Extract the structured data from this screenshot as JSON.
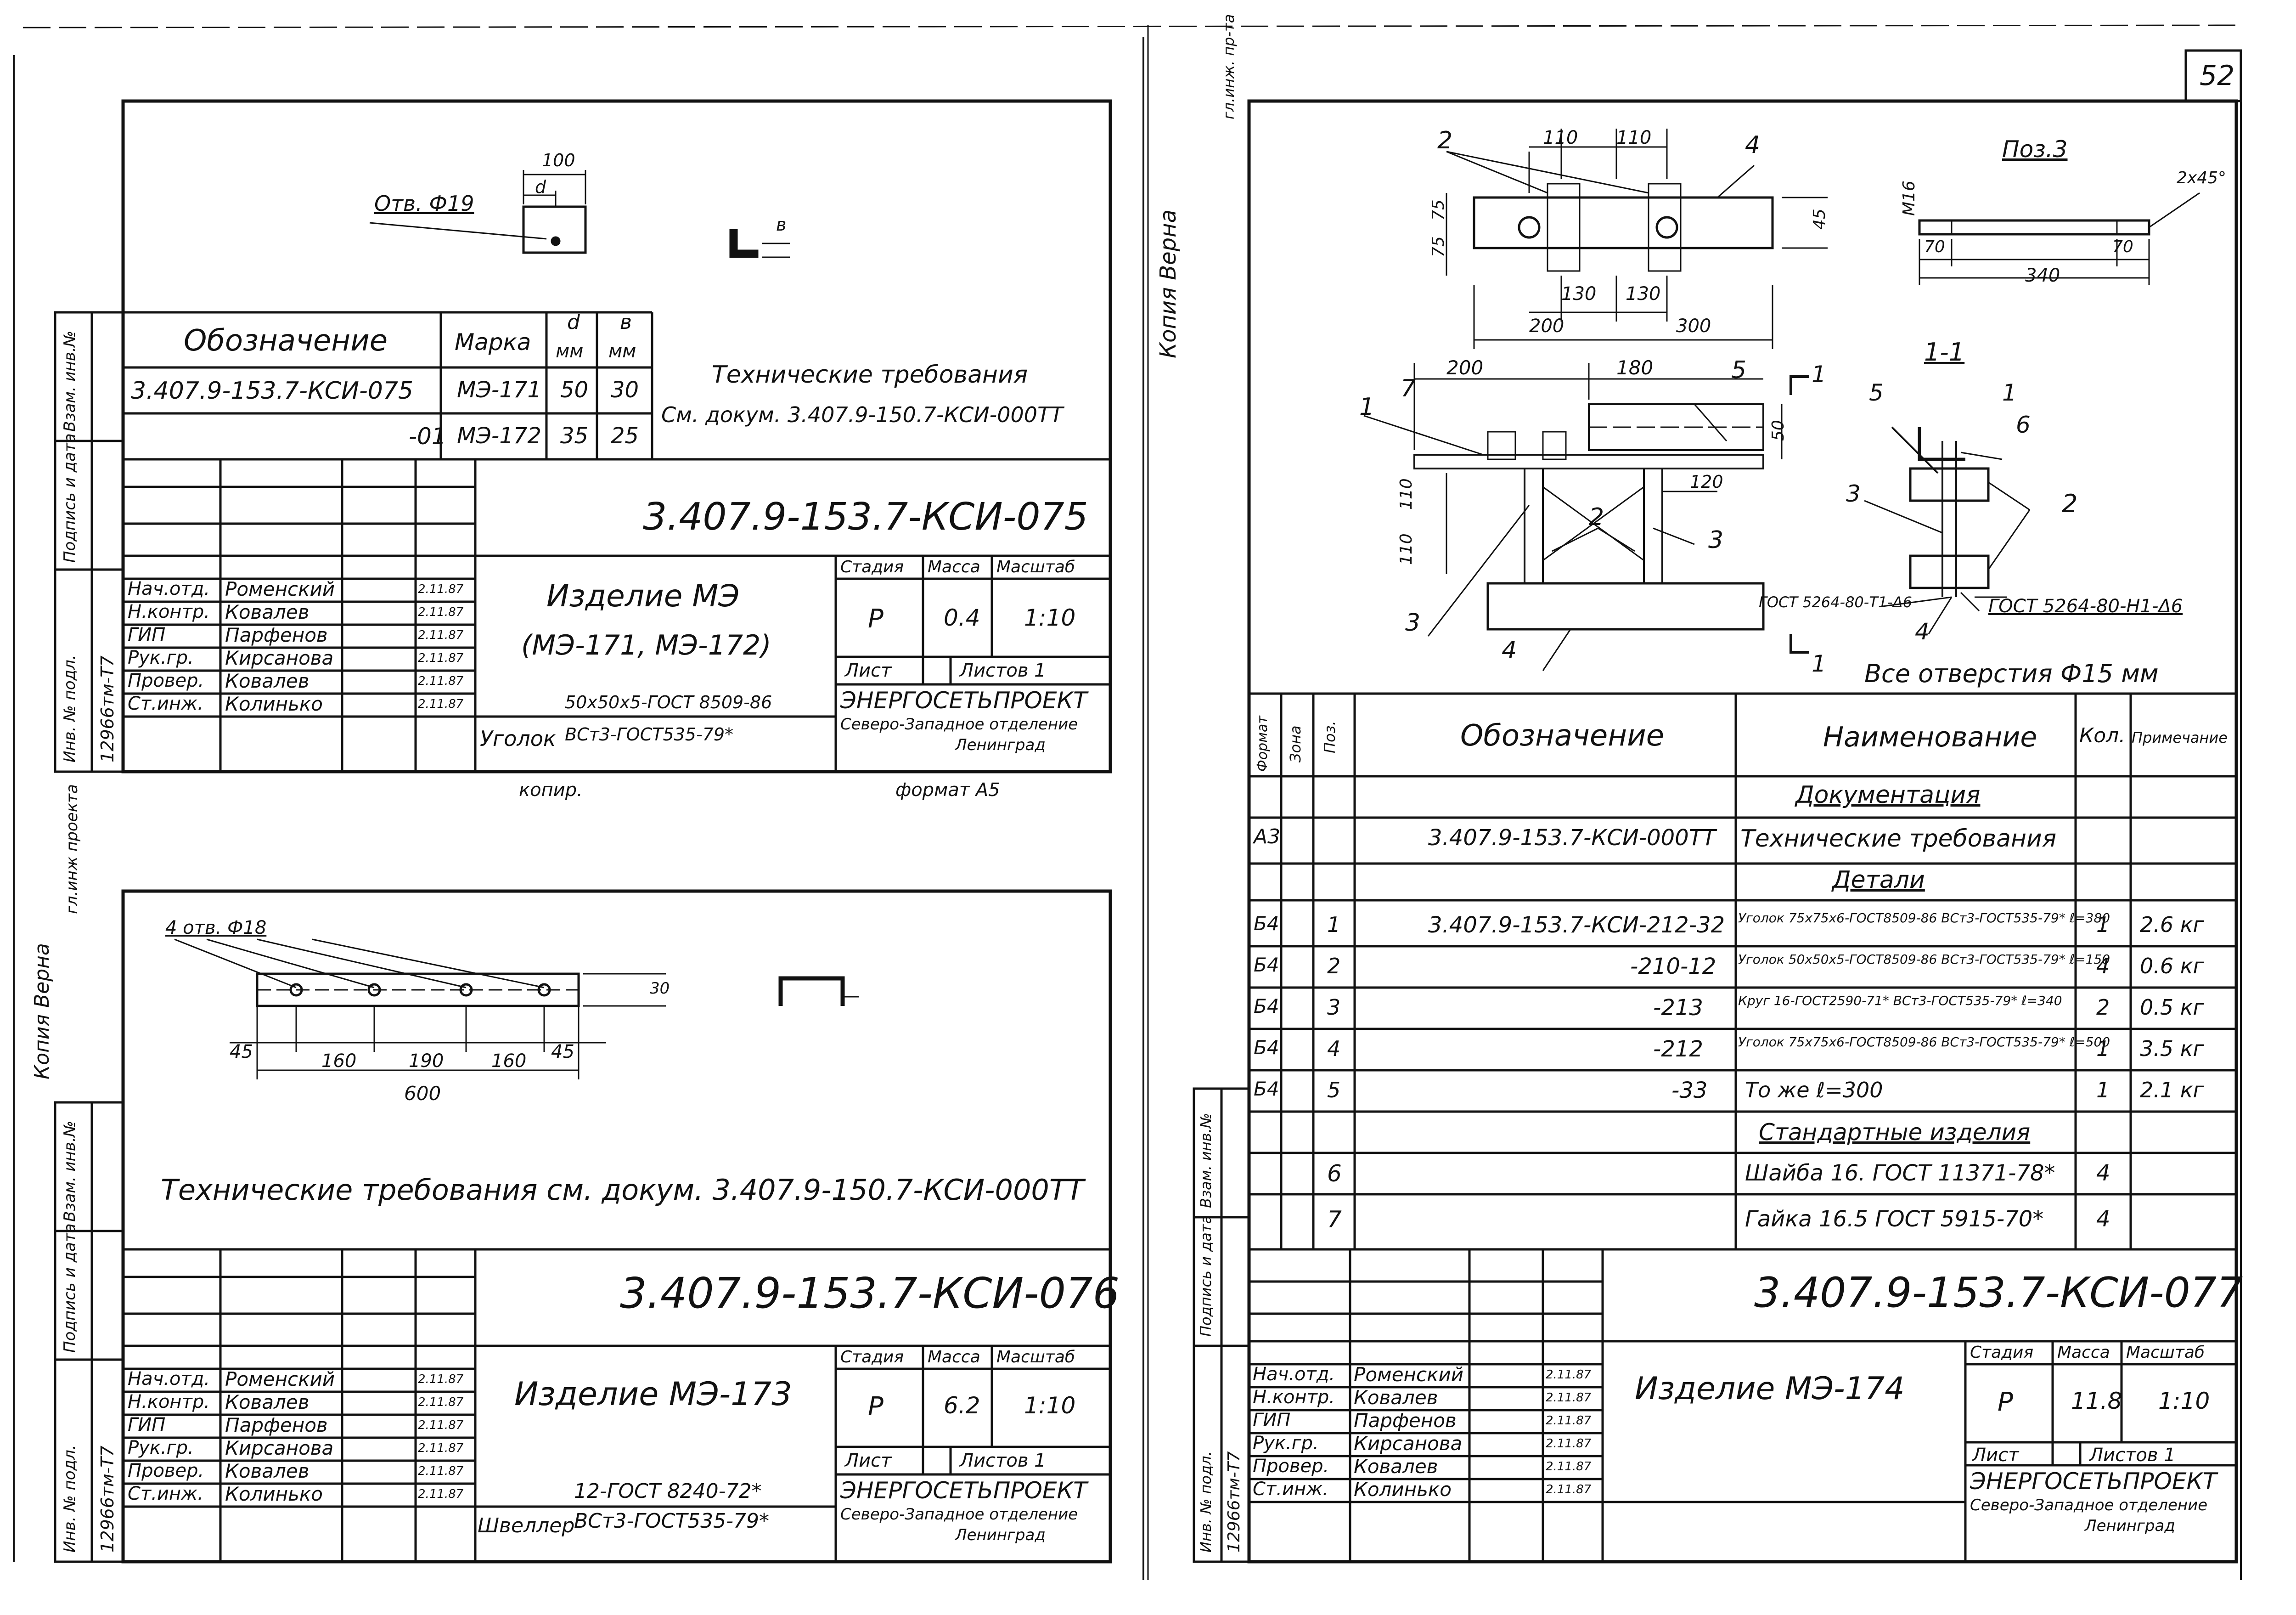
{
  "page_number": "52",
  "stamps": {
    "copy_verified": "Копия Верна",
    "margin_note_top": "гл.инж. пр-та",
    "margin_note_mid": "гл.инж проекта"
  },
  "common": {
    "tb_roles": [
      "Нач.отд.",
      "Н.контр.",
      "ГИП",
      "Рук.гр.",
      "Провер.",
      "Ст.инж."
    ],
    "tb_names": [
      "Роменский",
      "Ковалев",
      "Парфенов",
      "Кирсанова",
      "Ковалев",
      "Колинько"
    ],
    "tb_dates": [
      "2.11.87",
      "2.11.87",
      "2.11.87",
      "2.11.87",
      "2.11.87",
      "2.11.87"
    ],
    "h_stage": "Стадия",
    "h_mass": "Масса",
    "h_scale": "Масштаб",
    "h_sheet": "Лист",
    "h_sheets": "Листов 1",
    "org1": "ЭНЕРГОСЕТЬПРОЕКТ",
    "org2": "Северо-Западное отделение",
    "org3": "Ленинград",
    "side_vzam": "Взам. инв.№",
    "side_podp": "Подпись и дата",
    "side_inv": "Инв. № подл.",
    "inv_number": "12966тм-Т7"
  },
  "d075": {
    "hole_label": "Отв. Ф19",
    "dim_100": "100",
    "dim_d": "d",
    "dim_b": "в",
    "h_designation": "Обозначение",
    "h_mark": "Марка",
    "h_d": "d",
    "h_b": "в",
    "h_mm": "мм",
    "rows": [
      {
        "designation": "3.407.9-153.7-КСИ-075",
        "mark": "МЭ-171",
        "d": "50",
        "b": "30"
      },
      {
        "designation": "-01",
        "mark": "МЭ-172",
        "d": "35",
        "b": "25"
      }
    ],
    "tech_req_1": "Технические требования",
    "tech_req_2": "См. докум. 3.407.9-150.7-КСИ-000ТТ",
    "code": "3.407.9-153.7-КСИ-075",
    "item_1": "Изделие МЭ",
    "item_2": "(МЭ-171, МЭ-172)",
    "stage": "Р",
    "mass": "0.4",
    "scale": "1:10",
    "material_name": "Уголок",
    "material_top": "50х50х5-ГОСТ 8509-86",
    "material_bot": "ВСт3-ГОСТ535-79*",
    "copied": "копир.",
    "format": "формат А5"
  },
  "d076": {
    "holes": "4 отв. Ф18",
    "dims": [
      "45",
      "160",
      "190",
      "160",
      "45"
    ],
    "total": "600",
    "dim_30": "30",
    "tech_req": "Технические требования см. докум. 3.407.9-150.7-КСИ-000ТТ",
    "code": "3.407.9-153.7-КСИ-076",
    "item": "Изделие МЭ-173",
    "stage": "Р",
    "mass": "6.2",
    "scale": "1:10",
    "material_name": "Швеллер",
    "material_top": "12-ГОСТ 8240-72*",
    "material_bot": "ВСт3-ГОСТ535-79*"
  },
  "d077": {
    "poz3": "Поз.3",
    "m16": "М16",
    "chamfer": "2х45°",
    "poz3_dims": [
      "70",
      "340",
      "70"
    ],
    "top_dims": [
      "110",
      "110",
      "130",
      "130",
      "200",
      "300",
      "75",
      "75",
      "45"
    ],
    "front_dims": [
      "200",
      "180",
      "50",
      "120",
      "110",
      "110"
    ],
    "section": "1-1",
    "section_mark": "1",
    "callouts": [
      "1",
      "2",
      "3",
      "4",
      "5",
      "6",
      "7"
    ],
    "weld_1": "ГОСТ 5264-80-Т1-Δ6",
    "weld_2": "ГОСТ 5264-80-Н1-Δ6",
    "holes_note": "Все отверстия Ф15 мм",
    "spec_headers": [
      "Формат",
      "Зона",
      "Поз.",
      "Обозначение",
      "Наименование",
      "Кол.",
      "Примечание"
    ],
    "spec_rows": [
      {
        "fmt": "",
        "zone": "",
        "pos": "",
        "des": "",
        "name": "Документация",
        "qty": "",
        "note": "",
        "section": true
      },
      {
        "fmt": "А3",
        "zone": "",
        "pos": "",
        "des": "3.407.9-153.7-КСИ-000ТТ",
        "name": "Технические требования",
        "qty": "",
        "note": ""
      },
      {
        "fmt": "",
        "zone": "",
        "pos": "",
        "des": "",
        "name": "Детали",
        "qty": "",
        "note": "",
        "section": true
      },
      {
        "fmt": "Б4",
        "zone": "",
        "pos": "1",
        "des": "3.407.9-153.7-КСИ-212-32",
        "name": "Уголок 75х75х6-ГОСТ8509-86 ВСт3-ГОСТ535-79* ℓ=380",
        "qty": "1",
        "note": "2.6 кг"
      },
      {
        "fmt": "Б4",
        "zone": "",
        "pos": "2",
        "des": "-210-12",
        "name": "Уголок 50х50х5-ГОСТ8509-86 ВСт3-ГОСТ535-79* ℓ=150",
        "qty": "4",
        "note": "0.6 кг"
      },
      {
        "fmt": "Б4",
        "zone": "",
        "pos": "3",
        "des": "-213",
        "name": "Круг 16-ГОСТ2590-71* ВСт3-ГОСТ535-79* ℓ=340",
        "qty": "2",
        "note": "0.5 кг"
      },
      {
        "fmt": "Б4",
        "zone": "",
        "pos": "4",
        "des": "-212",
        "name": "Уголок 75х75х6-ГОСТ8509-86 ВСт3-ГОСТ535-79* ℓ=500",
        "qty": "1",
        "note": "3.5 кг"
      },
      {
        "fmt": "Б4",
        "zone": "",
        "pos": "5",
        "des": "-33",
        "name": "То же ℓ=300",
        "qty": "1",
        "note": "2.1 кг"
      },
      {
        "fmt": "",
        "zone": "",
        "pos": "",
        "des": "",
        "name": "Стандартные изделия",
        "qty": "",
        "note": "",
        "section": true
      },
      {
        "fmt": "",
        "zone": "",
        "pos": "6",
        "des": "",
        "name": "Шайба 16. ГОСТ 11371-78*",
        "qty": "4",
        "note": ""
      },
      {
        "fmt": "",
        "zone": "",
        "pos": "7",
        "des": "",
        "name": "Гайка 16.5 ГОСТ 5915-70*",
        "qty": "4",
        "note": ""
      }
    ],
    "code": "3.407.9-153.7-КСИ-077",
    "item": "Изделие МЭ-174",
    "stage": "Р",
    "mass": "11.8",
    "scale": "1:10"
  }
}
